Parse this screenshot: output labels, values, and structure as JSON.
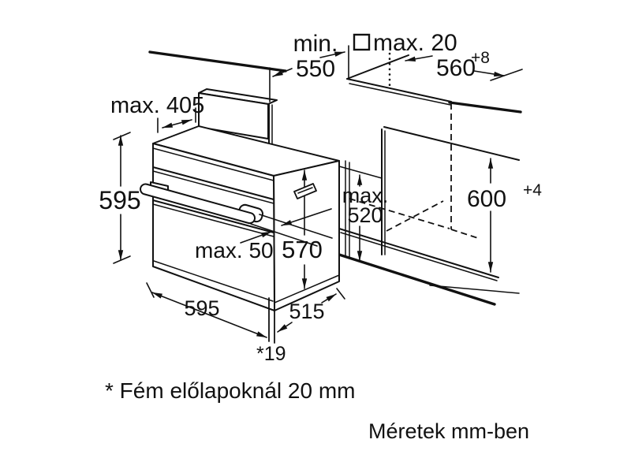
{
  "diagram": {
    "dimensions": {
      "counter_depth_line1": "min.",
      "counter_depth_line2": "550",
      "protrusion_symbol": "□",
      "protrusion": "max. 20",
      "niche_width": "560",
      "niche_width_tolerance": "+8",
      "top_recess": "max. 405",
      "oven_height": "595",
      "niche_clearance_line1": "max.",
      "niche_clearance_line2": "520",
      "niche_height": "600",
      "niche_height_tolerance": "+4",
      "handle_depth": "max. 50",
      "oven_depth": "570",
      "oven_width": "595",
      "oven_body_depth": "515",
      "door_front_offset": "*19"
    },
    "footnote": "* Fém előlapoknál 20 mm",
    "units_note": "Méretek mm-ben"
  }
}
